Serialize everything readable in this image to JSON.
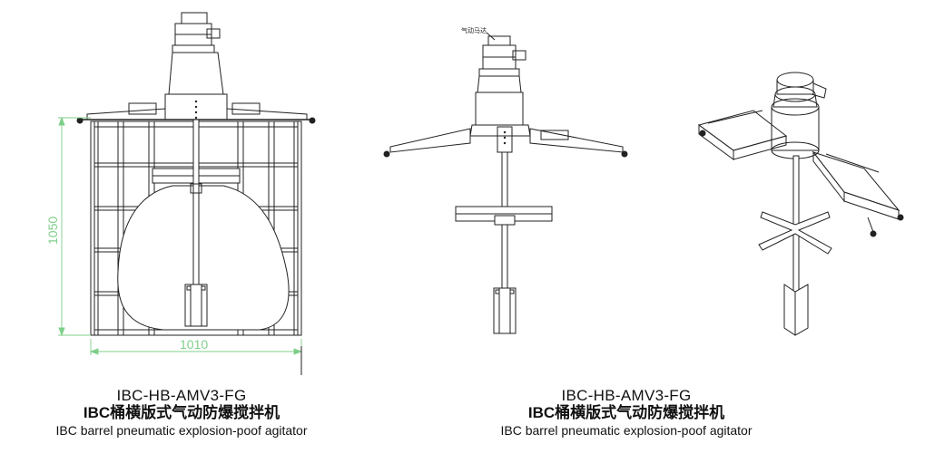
{
  "dimensions": {
    "height": "1050",
    "width": "1010"
  },
  "callout": {
    "motor_label": "气动马达"
  },
  "captions": [
    {
      "model": "IBC-HB-AMV3-FG",
      "cn": "IBC桶横版式气动防爆搅拌机",
      "en": "IBC barrel pneumatic explosion-poof agitator"
    },
    {
      "model": "IBC-HB-AMV3-FG",
      "cn": "IBC桶横版式气动防爆搅拌机",
      "en": "IBC barrel pneumatic explosion-poof agitator"
    }
  ],
  "colors": {
    "line": "#222222",
    "dimension": "#7fcf8a"
  }
}
